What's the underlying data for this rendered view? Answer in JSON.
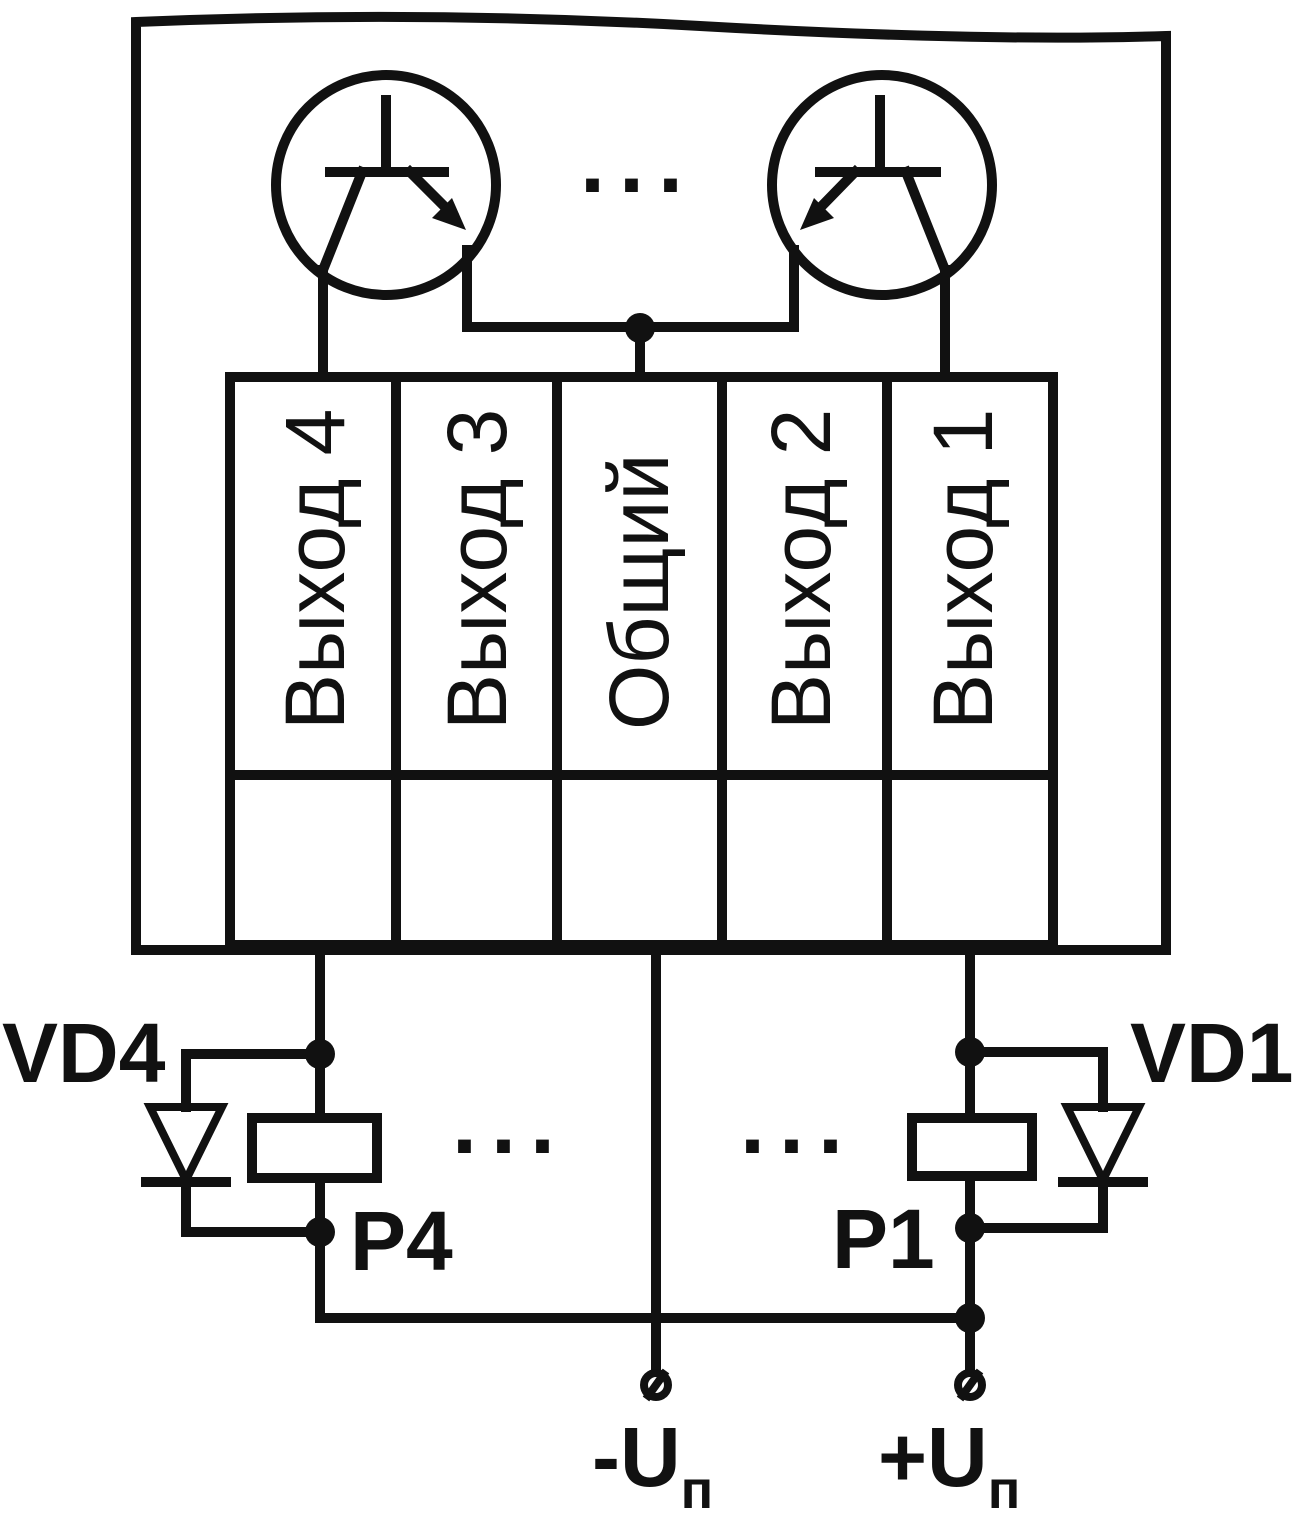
{
  "terminals": [
    {
      "label": "Выход 4"
    },
    {
      "label": "Выход 3"
    },
    {
      "label": "Общий"
    },
    {
      "label": "Выход 2"
    },
    {
      "label": "Выход 1"
    }
  ],
  "diodes": {
    "left": "VD4",
    "right": "VD1"
  },
  "relays": {
    "left": "P4",
    "right": "P1"
  },
  "supply": {
    "negative": {
      "main": "-U",
      "sub": "п"
    },
    "positive": {
      "main": "+U",
      "sub": "п"
    }
  },
  "ellipsis": "..."
}
